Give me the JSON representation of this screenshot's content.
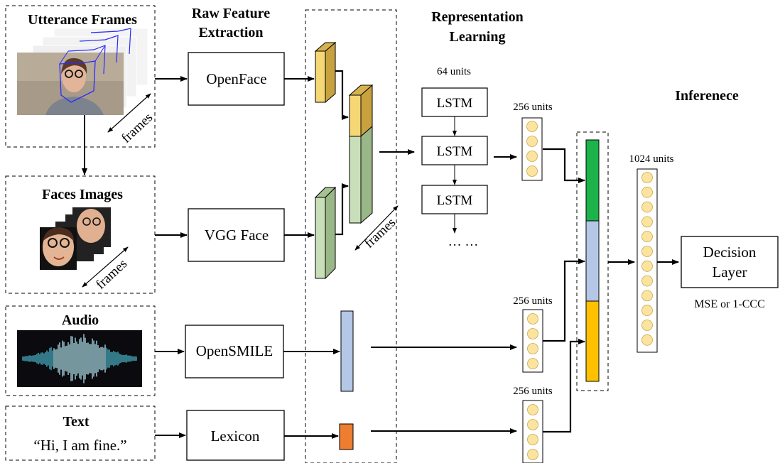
{
  "headers": {
    "raw": [
      "Raw Feature",
      "Extraction"
    ],
    "repr": [
      "Representation",
      "Learning"
    ],
    "inference": "Inferenece"
  },
  "inputs": {
    "utterance_title": "Utterance Frames",
    "faces_title": "Faces Images",
    "audio_title": "Audio",
    "text_title": "Text",
    "text_sample": "“Hi, I am fine.”",
    "frames_label": "frames"
  },
  "extractors": {
    "openface": "OpenFace",
    "vggface": "VGG Face",
    "opensmile": "OpenSMILE",
    "lexicon": "Lexicon"
  },
  "lstm": {
    "units_label": "64 units",
    "cell_label": "LSTM",
    "ellipsis": "… …"
  },
  "dense": {
    "units_256": "256 units",
    "units_1024": "1024 units"
  },
  "decision": {
    "line1": "Decision",
    "line2": "Layer",
    "loss": "MSE or 1-CCC"
  },
  "colors": {
    "openface_feat": "#f5d775",
    "vgg_feat": "#c9dfb9",
    "audio_feat": "#b4c7e7",
    "lexicon_feat": "#ed7d31",
    "neuron": "#fbe3a0",
    "concat_green": "#1db24a",
    "concat_blue": "#b4c7e7",
    "concat_orange": "#ffc000"
  }
}
